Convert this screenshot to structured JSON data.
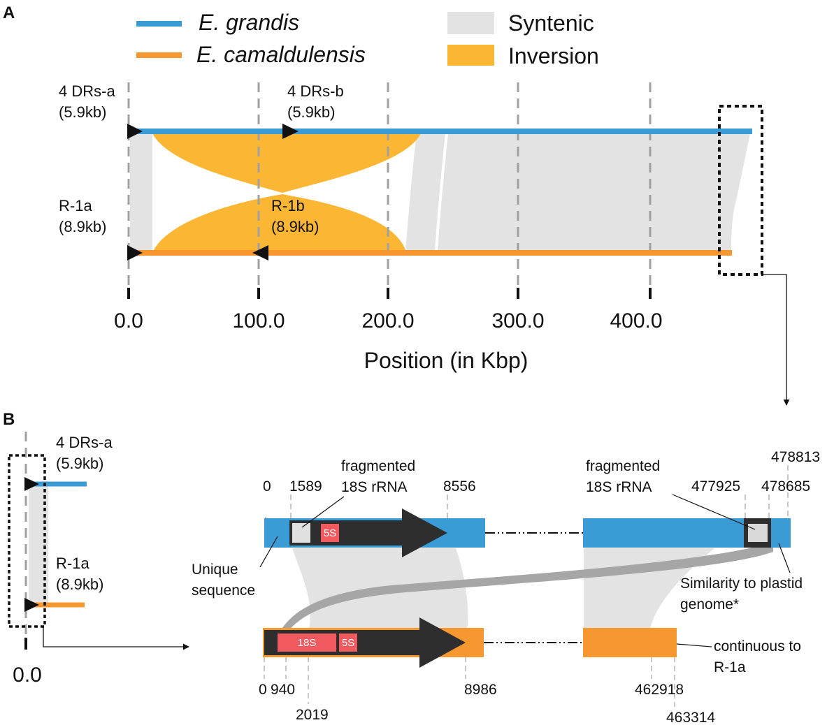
{
  "panels": {
    "a": "A",
    "b": "B"
  },
  "legend": {
    "grandis": "E. grandis",
    "camaldulensis": "E. camaldulensis",
    "syntenic": "Syntenic",
    "inversion": "Inversion"
  },
  "colors": {
    "grandis": "#3a9bd5",
    "camaldulensis": "#f6972f",
    "syntenic": "#e3e3e3",
    "inversion": "#fbb634",
    "arrow": "#2e2e2e",
    "rrna": "#f05a5f"
  },
  "panel_a": {
    "labels": {
      "drs_a_name": "4 DRs-a",
      "drs_a_size": "(5.9kb)",
      "drs_b_name": "4 DRs-b",
      "drs_b_size": "(5.9kb)",
      "r1a_name": "R-1a",
      "r1a_size": "(8.9kb)",
      "r1b_name": "R-1b",
      "r1b_size": "(8.9kb)"
    },
    "axis": {
      "title": "Position (in Kbp)",
      "ticks": [
        "0.0",
        "100.0",
        "200.0",
        "300.0",
        "400.0"
      ]
    }
  },
  "panel_b": {
    "left": {
      "drs_a_name": "4 DRs-a",
      "drs_a_size": "(5.9kb)",
      "r1a_name": "R-1a",
      "r1a_size": "(8.9kb)",
      "tick": "0.0"
    },
    "top_positions": [
      "0",
      "1589",
      "8556",
      "477925",
      "478685",
      "478813"
    ],
    "bottom_positions": [
      "0",
      "940",
      "2019",
      "8986",
      "462918",
      "463314"
    ],
    "boxes": {
      "s18": "18S",
      "s5_top": "5S",
      "s5_bottom": "5S"
    },
    "annotations": {
      "frag1_line1": "fragmented",
      "frag1_line2": "18S rRNA",
      "frag2_line1": "fragmented",
      "frag2_line2": "18S rRNA",
      "unique_line1": "Unique",
      "unique_line2": "sequence",
      "plastid_line1": "Similarity to plastid",
      "plastid_line2": "genome*",
      "continuous_line1": "continuous to",
      "continuous_line2": "R-1a"
    }
  }
}
